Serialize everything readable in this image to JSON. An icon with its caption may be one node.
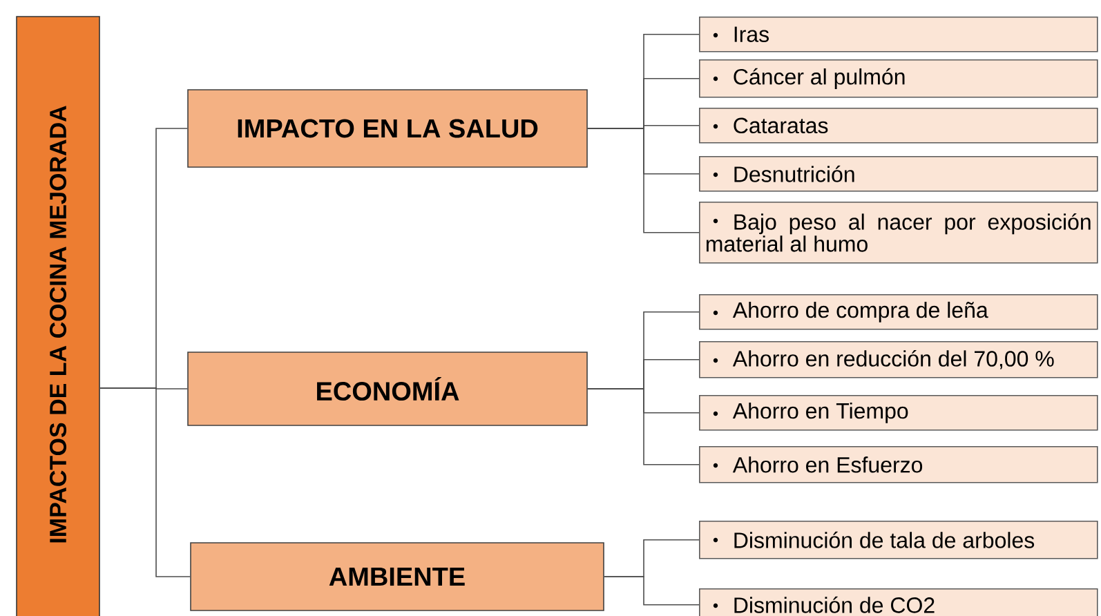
{
  "diagram": {
    "nodes": [
      {
        "text": [
          "IMPACTOS DE LA COCINA MEJORADA"
        ]
      },
      {
        "text": [
          "IMPACTO EN LA SALUD"
        ]
      },
      {
        "text": [
          "ECONOMÍA"
        ]
      },
      {
        "text": [
          "AMBIENTE"
        ]
      },
      {
        "text": [
          "Iras"
        ]
      },
      {
        "text": [
          "Cáncer al pulmón"
        ]
      },
      {
        "text": [
          "Cataratas"
        ]
      },
      {
        "text": [
          "Desnutrición"
        ]
      },
      {
        "text": [
          "Bajo peso al nacer por exposición material al humo"
        ]
      },
      {
        "text": [
          "Ahorro de compra de leña"
        ]
      },
      {
        "text": [
          "Ahorro en reducción del 70,00 %"
        ]
      },
      {
        "text": [
          "Ahorro en Tiempo"
        ]
      },
      {
        "text": [
          "Ahorro en Esfuerzo"
        ]
      },
      {
        "text": [
          "Disminución de tala de arboles"
        ]
      },
      {
        "text": [
          "Disminución de CO2"
        ]
      }
    ],
    "edges": [
      {
        "from": 0,
        "to": 1,
        "arrow": "none"
      },
      {
        "from": 0,
        "to": 2,
        "arrow": "none"
      },
      {
        "from": 0,
        "to": 3,
        "arrow": "none"
      },
      {
        "from": 1,
        "to": 4,
        "arrow": "none"
      },
      {
        "from": 1,
        "to": 5,
        "arrow": "none"
      },
      {
        "from": 1,
        "to": 6,
        "arrow": "none"
      },
      {
        "from": 1,
        "to": 7,
        "arrow": "none"
      },
      {
        "from": 1,
        "to": 8,
        "arrow": "none"
      },
      {
        "from": 2,
        "to": 9,
        "arrow": "none"
      },
      {
        "from": 2,
        "to": 10,
        "arrow": "none"
      },
      {
        "from": 2,
        "to": 11,
        "arrow": "none"
      },
      {
        "from": 2,
        "to": 12,
        "arrow": "none"
      },
      {
        "from": 3,
        "to": 13,
        "arrow": "none"
      },
      {
        "from": 3,
        "to": 14,
        "arrow": "none"
      }
    ]
  }
}
